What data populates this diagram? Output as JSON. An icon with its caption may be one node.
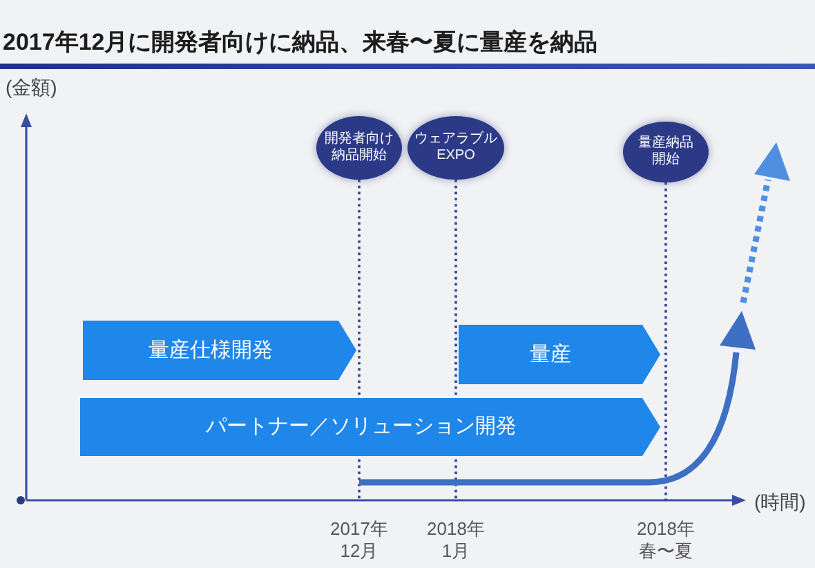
{
  "diagram": {
    "title": "2017年12月に開発者向けに納品、来春〜夏に量産を納品",
    "nodes": [
      {
        "text": [
          "開発者向け納品開始"
        ]
      },
      {
        "text": [
          "ウェアラブル EXPO"
        ]
      },
      {
        "text": [
          "量産納品開始"
        ]
      },
      {
        "text": [
          "量産仕様開発"
        ]
      },
      {
        "text": [
          "量産"
        ]
      },
      {
        "text": [
          "パートナー／ソリューション開発"
        ]
      }
    ],
    "edges": [
      {
        "from": 0,
        "to": null,
        "arrow": "none",
        "style": "dashed"
      },
      {
        "from": 1,
        "to": null,
        "arrow": "none",
        "style": "dashed"
      },
      {
        "from": 2,
        "to": null,
        "arrow": "none",
        "style": "dashed"
      }
    ],
    "labels": [
      "(金額)",
      "(時間)",
      "2017年12月",
      "2018年1月",
      "2018年春〜夏"
    ]
  }
}
